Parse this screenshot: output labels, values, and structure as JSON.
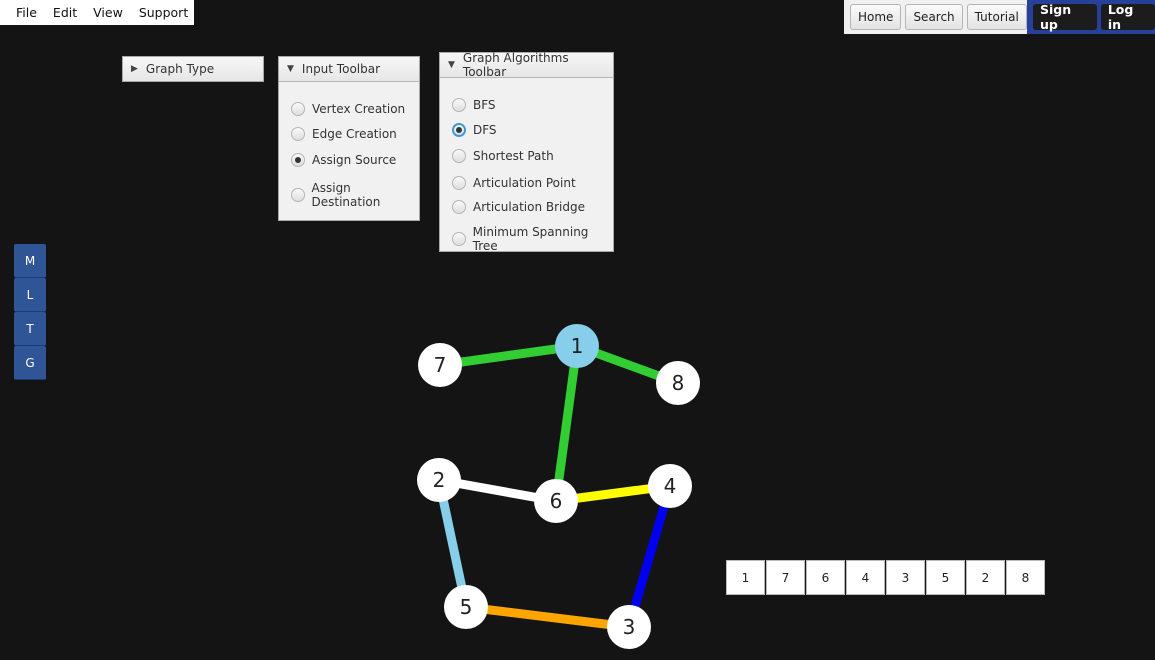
{
  "menu": [
    "File",
    "Edit",
    "View",
    "Support"
  ],
  "nav": {
    "home": "Home",
    "search": "Search",
    "tutorial": "Tutorial"
  },
  "auth": {
    "signup": "Sign up",
    "login": "Log in"
  },
  "panels": {
    "graph_type": {
      "title": "Graph Type",
      "expanded": false
    },
    "input_toolbar": {
      "title": "Input Toolbar",
      "expanded": true,
      "options": [
        "Vertex Creation",
        "Edge Creation",
        "Assign Source",
        "Assign Destination"
      ],
      "selected": "Assign Source"
    },
    "algorithms_toolbar": {
      "title": "Graph Algorithms Toolbar",
      "expanded": true,
      "options": [
        "BFS",
        "DFS",
        "Shortest Path",
        "Articulation Point",
        "Articulation Bridge",
        "Minimum Spanning Tree"
      ],
      "selected": "DFS"
    }
  },
  "side_buttons": [
    "M",
    "L",
    "T",
    "G"
  ],
  "graph": {
    "nodes": [
      {
        "label": "1",
        "highlight": true
      },
      {
        "label": "7"
      },
      {
        "label": "8"
      },
      {
        "label": "2"
      },
      {
        "label": "6"
      },
      {
        "label": "4"
      },
      {
        "label": "5"
      },
      {
        "label": "3"
      }
    ],
    "edges": [
      {
        "from": "7",
        "to": "1",
        "color": "#32cd32"
      },
      {
        "from": "1",
        "to": "8",
        "color": "#32cd32"
      },
      {
        "from": "1",
        "to": "6",
        "color": "#32cd32"
      },
      {
        "from": "2",
        "to": "6",
        "color": "#ffffff"
      },
      {
        "from": "6",
        "to": "4",
        "color": "#ffff00"
      },
      {
        "from": "2",
        "to": "5",
        "color": "#87ceeb"
      },
      {
        "from": "4",
        "to": "3",
        "color": "#0000ee"
      },
      {
        "from": "5",
        "to": "3",
        "color": "#ffa500"
      }
    ],
    "highlight_color": "#87ceeb"
  },
  "traversal_order": [
    "1",
    "7",
    "6",
    "4",
    "3",
    "5",
    "2",
    "8"
  ]
}
